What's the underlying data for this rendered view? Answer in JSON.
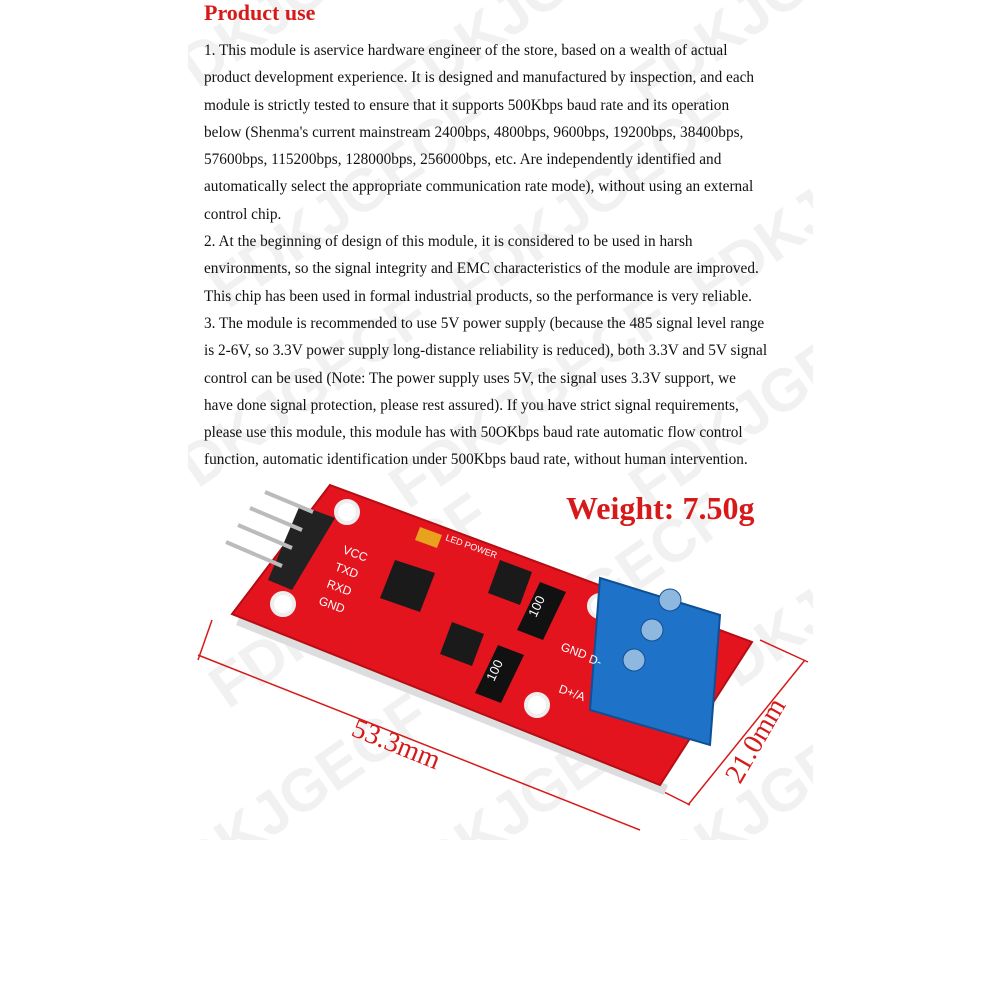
{
  "title": "Product use",
  "paragraph_lines": [
    "1. This module is aservice hardware engineer of the store, based on a wealth of actual",
    "product development experience. It is designed and manufactured by inspection, and each",
    "module is strictly tested to ensure that it supports 500Kbps baud rate and its operation",
    "below (Shenma's current mainstream 2400bps, 4800bps, 9600bps, 19200bps, 38400bps,",
    "57600bps, 115200bps, 128000bps, 256000bps, etc. Are independently identified and",
    "automatically select the appropriate communication rate mode), without using an external",
    "control chip.",
    "2. At the beginning of design of this module, it is considered to be used in harsh",
    "environments, so the signal integrity and EMC characteristics of the module are improved.",
    "This chip has been used in formal industrial products, so the performance is very reliable.",
    "3. The module is recommended to use 5V power supply (because the 485 signal level range",
    "is 2-6V, so 3.3V power supply long-distance reliability is reduced), both 3.3V and 5V signal",
    "control can be used (Note: The power supply uses 5V, the signal uses 3.3V support, we",
    "have done signal protection, please rest assured). If you have strict signal requirements,",
    "please use this module, this module has with 50OKbps baud rate automatic flow control",
    "function, automatic identification under 500Kbps baud rate, without human intervention."
  ],
  "weight": "Weight: 7.50g",
  "dimensions": {
    "length": "53.3mm",
    "width": "21.0mm"
  },
  "board": {
    "pin_labels": [
      "VCC",
      "TXD",
      "RXD",
      "GND"
    ],
    "terminal_labels": [
      "GND",
      "D-",
      "D+/A"
    ],
    "resistor_code": "100",
    "silk_power": "LED POWER",
    "colors": {
      "pcb": "#e3141e",
      "terminal": "#1e73c8",
      "accent": "#d61a1a"
    }
  },
  "watermark": "FDKJGECF"
}
